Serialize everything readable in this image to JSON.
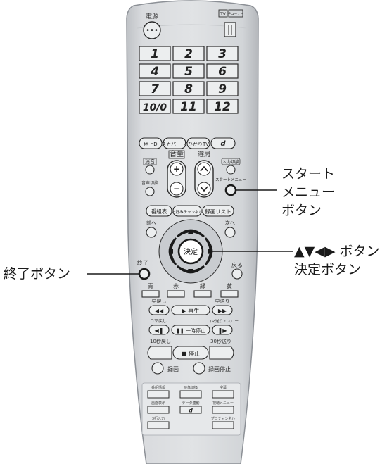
{
  "remote": {
    "power_label": "電源",
    "tv_label": "TV",
    "tuner_label": "チューナー",
    "num_keys": [
      "1",
      "2",
      "3",
      "4",
      "5",
      "6",
      "7",
      "8",
      "9",
      "10/0",
      "11",
      "12"
    ],
    "broadcast": [
      "地上D",
      "スカパー!光",
      "ひかりTV",
      "d"
    ],
    "volume_label": "音量",
    "channel_label": "選局",
    "mute_label": "消音",
    "input_label": "入力切換",
    "audio_label": "音声切換",
    "start_menu_label": "スタートメニュー",
    "guide": [
      "番組表",
      "お好みチャンネル",
      "録画リスト"
    ],
    "prev_label": "前へ",
    "next_label": "次へ",
    "ok_label": "決定",
    "end_label": "終了",
    "back_label": "戻る",
    "colors": [
      "青",
      "赤",
      "緑",
      "黄"
    ],
    "rewind_label": "早戻し",
    "ff_label": "早送り",
    "frame_back_label": "コマ戻し",
    "frame_fwd_label": "コマ送り・スロー",
    "play_label": "▶ 再生",
    "pause_label": "❚❚ 一時停止",
    "skip_back_label": "10秒戻し",
    "skip_fwd_label": "30秒送り",
    "stop_label": "■ 停止",
    "rec_label": "録画",
    "rec_stop_label": "録画停止",
    "bottom_row1": [
      "番組情報",
      "映像切換",
      "字幕"
    ],
    "bottom_row2": [
      "画面表示",
      "データ連動",
      "視聴メニュー"
    ],
    "bottom_row3": [
      "3桁入力",
      "",
      "プロチャンネル"
    ]
  },
  "callouts": {
    "start_menu": [
      "スタート",
      "メニュー",
      "ボタン"
    ],
    "arrows_ok": [
      "▲▼◀▶ ボタン",
      "決定ボタン"
    ],
    "end": [
      "終了ボタン"
    ]
  },
  "colors": {
    "remote_body": "#d7d9dc",
    "button_face": "#eceeef",
    "outline": "#2b2b2b",
    "highlight_ring": "#1a1a1a"
  }
}
